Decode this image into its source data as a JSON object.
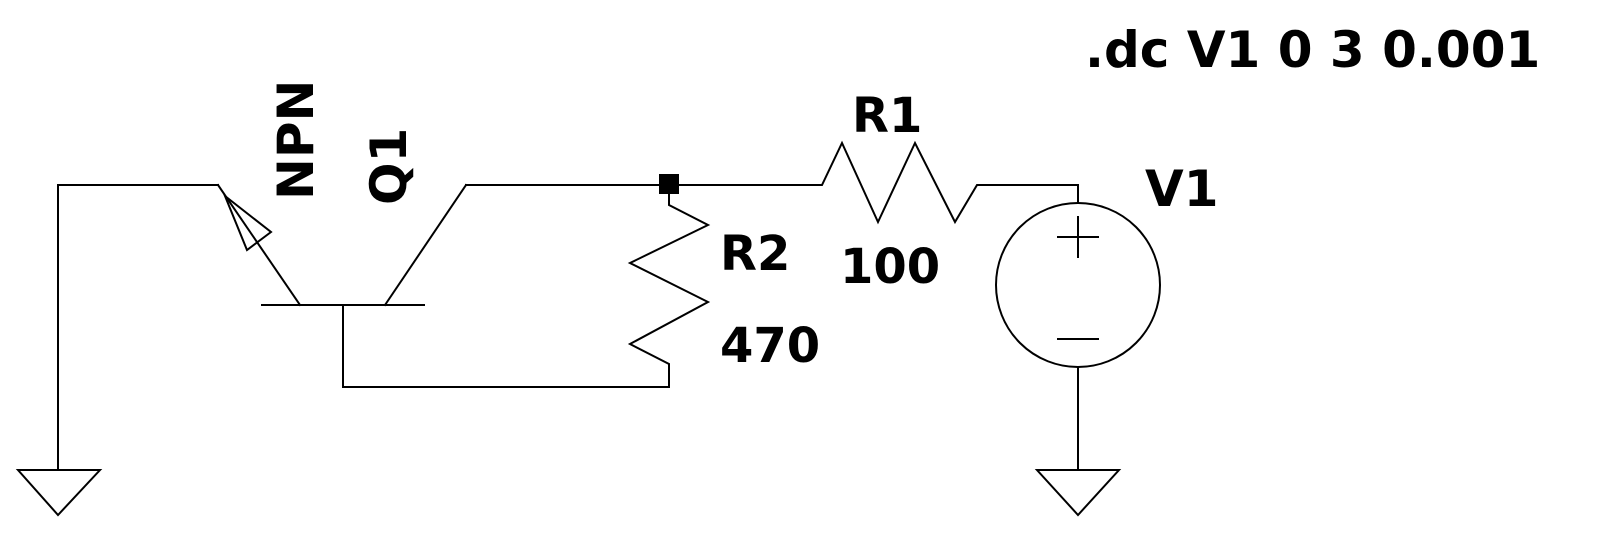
{
  "directive": ".dc V1 0 3 0.001",
  "components": {
    "q1": {
      "name": "Q1",
      "model": "NPN"
    },
    "r1": {
      "name": "R1",
      "value": "100"
    },
    "r2": {
      "name": "R2",
      "value": "470"
    },
    "v1": {
      "name": "V1",
      "plus_sign": "+",
      "minus_sign": "−"
    }
  },
  "colors": {
    "wire": "#000000",
    "background": "#ffffff"
  }
}
